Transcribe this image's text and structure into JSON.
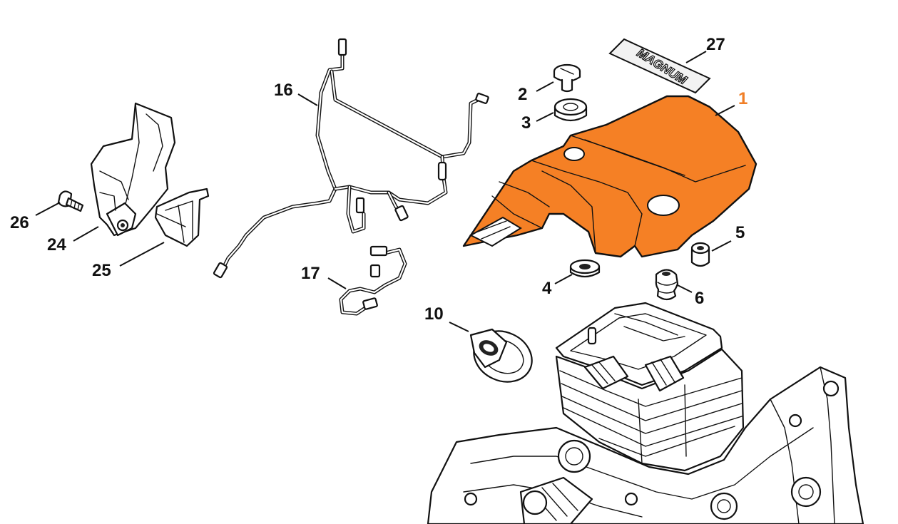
{
  "diagram": {
    "highlight_color": "#f58025",
    "line_color": "#111111",
    "badge_text": "MAGNUM",
    "parts": [
      {
        "id": "1",
        "label": "1",
        "highlighted": true
      },
      {
        "id": "2",
        "label": "2"
      },
      {
        "id": "3",
        "label": "3"
      },
      {
        "id": "4",
        "label": "4"
      },
      {
        "id": "5",
        "label": "5"
      },
      {
        "id": "6",
        "label": "6"
      },
      {
        "id": "10",
        "label": "10"
      },
      {
        "id": "16",
        "label": "16"
      },
      {
        "id": "17",
        "label": "17"
      },
      {
        "id": "24",
        "label": "24"
      },
      {
        "id": "25",
        "label": "25"
      },
      {
        "id": "26",
        "label": "26"
      },
      {
        "id": "27",
        "label": "27"
      }
    ]
  }
}
